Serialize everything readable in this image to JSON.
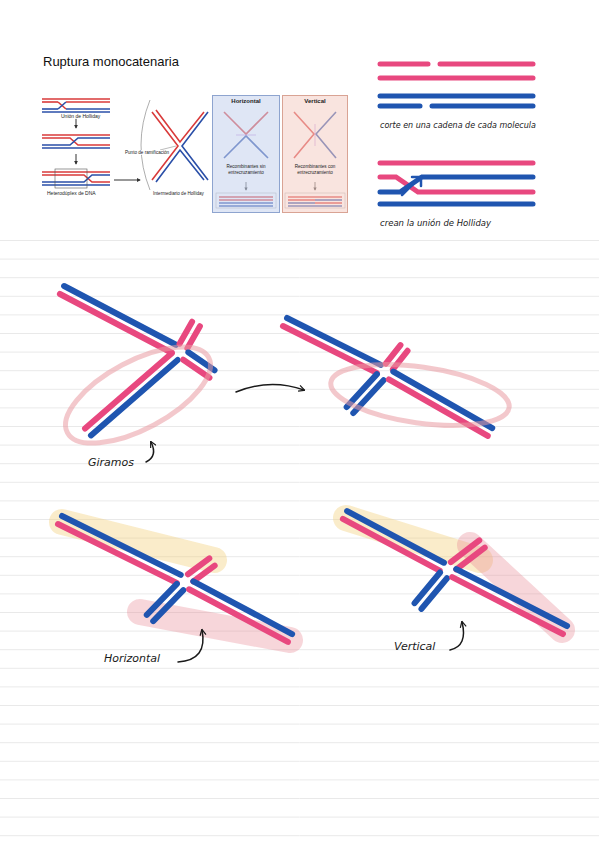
{
  "diagram": {
    "title": "Ruptura monocatenaria",
    "nodes": [
      {
        "text": [
          "Horizontal",
          "Recombinantes sin entrecruzamiento"
        ]
      },
      {
        "text": [
          "Vertical",
          "Recombinantes con entrecruzamiento"
        ]
      }
    ],
    "labels": [
      "Unión de Holliday",
      "Heterodúplex de DNA",
      "Punto de ramificación",
      "Intermediario de Holliday",
      "corte en una cadena de cada molecula",
      "crean la unión de Holliday",
      "Giramos",
      "Horizontal",
      "Vertical"
    ]
  }
}
